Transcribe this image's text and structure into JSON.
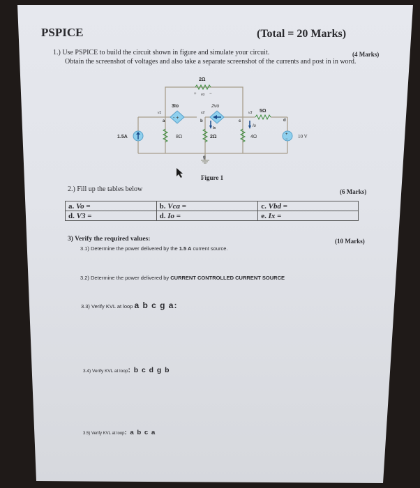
{
  "header": {
    "title": "PSPICE",
    "total": "(Total  = 20 Marks)"
  },
  "q1": {
    "line1": "1.) Use PSPICE to build the circuit shown in figure and simulate your circuit.",
    "line2": "Obtain the screenshot of voltages and also take a separate screenshot of the currents and post in in word.",
    "marks": "(4 Marks)"
  },
  "figure": {
    "caption": "Figure 1",
    "labels": {
      "r_top": "2Ω",
      "vo_plus": "+",
      "vo": "vo",
      "vo_minus": "−",
      "dep_v": "3Io",
      "dep_i": "2vo",
      "v1": "v1",
      "v2": "v2",
      "v3": "v3",
      "node_a": "a",
      "node_b": "b",
      "node_c": "c",
      "node_d": "d",
      "node_g": "g",
      "r5": "5Ω",
      "isrc": "1.5A",
      "r8": "8Ω",
      "r2": "2Ω",
      "r4": "4Ω",
      "vsrc": "10 V",
      "ix": "Ix",
      "io": "Io"
    }
  },
  "q2": {
    "label": "2.)   Fill up the tables below",
    "marks": "(6 Marks)",
    "rows": [
      [
        {
          "p": "a. ",
          "v": "Vo",
          "s": " ="
        },
        {
          "p": "b. ",
          "v": "Vca",
          "s": " ="
        },
        {
          "p": "c. ",
          "v": "Vbd",
          "s": " ="
        }
      ],
      [
        {
          "p": "d. ",
          "v": "V3",
          "s": " ="
        },
        {
          "p": "d. ",
          "v": "Io",
          "s": " ="
        },
        {
          "p": "e. ",
          "v": "Ix",
          "s": " ="
        }
      ]
    ]
  },
  "q3": {
    "label": "3)  Verify the required values:",
    "marks": "(10 Marks)",
    "s31": {
      "pre": "3.1) Determine the power delivered  by the ",
      "bold": "1.5 A",
      "post": " current source."
    },
    "s32": {
      "pre": "3.2) Determine the power delivered  by ",
      "bold": "CURRENT CONTROLLED CURRENT SOURCE"
    },
    "s33": {
      "pre": "3.3) Verify KVL at loop ",
      "loop": "a b c g a:"
    },
    "s34": {
      "pre": "3.4) Verify KVL at loop",
      "loop": ": b c d g b"
    },
    "s35": {
      "pre": "3.5) Verify KVL at loop",
      "loop": ": a b c a"
    }
  },
  "colors": {
    "wire": "#a89e8c",
    "dep_source": "#8fd0ee",
    "resistor": "#3a8a3a",
    "background": "#1f1a18"
  }
}
